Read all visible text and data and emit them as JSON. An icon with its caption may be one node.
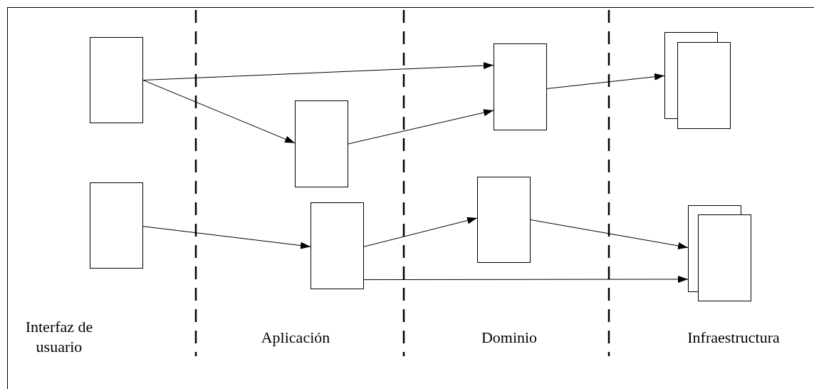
{
  "diagram": {
    "nodes": [
      {
        "text": [],
        "shape": "box"
      },
      {
        "text": [],
        "shape": "box"
      },
      {
        "text": [],
        "shape": "box"
      },
      {
        "text": [],
        "shape": "box"
      },
      {
        "text": [],
        "shape": "box"
      },
      {
        "text": [],
        "shape": "box"
      },
      {
        "text": [],
        "shape": "stack"
      },
      {
        "text": [],
        "shape": "stack"
      }
    ],
    "edges": [
      {
        "from": 0,
        "to": 4,
        "arrow": "to"
      },
      {
        "from": 0,
        "to": 2,
        "arrow": "to"
      },
      {
        "from": 2,
        "to": 4,
        "arrow": "to"
      },
      {
        "from": 4,
        "to": 6,
        "arrow": "to"
      },
      {
        "from": 1,
        "to": 3,
        "arrow": "to"
      },
      {
        "from": 3,
        "to": 5,
        "arrow": "to"
      },
      {
        "from": 5,
        "to": 7,
        "arrow": "to"
      },
      {
        "from": 3,
        "to": 7,
        "arrow": "to"
      }
    ],
    "labels": [
      "Interfaz de usuario",
      "Aplicación",
      "Dominio",
      "Infraestructura"
    ]
  }
}
